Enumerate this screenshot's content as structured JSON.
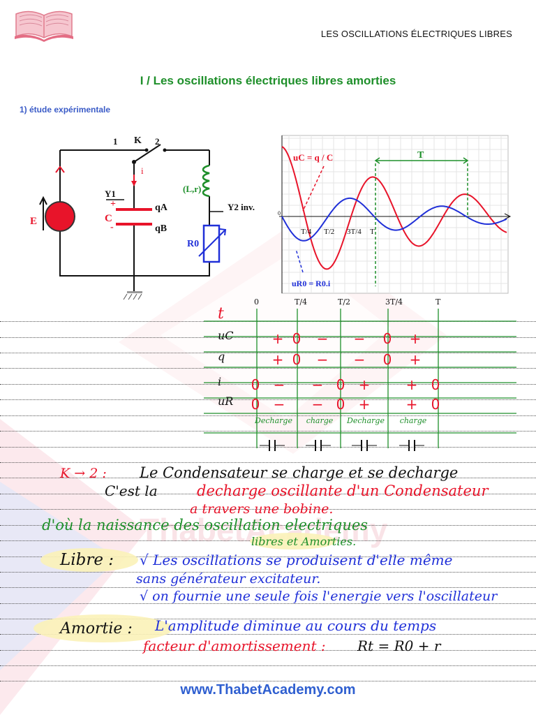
{
  "header": {
    "title": "LES OSCILLATIONS ÉLECTRIQUES LIBRES"
  },
  "section": {
    "title": "I / Les oscillations électriques libres amorties"
  },
  "subsection": {
    "title": "1)  étude expérimentale"
  },
  "circuit": {
    "switch_label": "K",
    "pos1": "1",
    "pos2": "2",
    "current": "i",
    "source": "E",
    "cap_label": "C",
    "plus": "+",
    "minus": "-",
    "charge_plus": "qA",
    "charge_minus": "qB",
    "y1": "Y1",
    "y2": "Y2 inv.",
    "coil": "(L,r)",
    "resistor": "R0"
  },
  "graph": {
    "uc_label": "uC = q / C",
    "ur_label": "uR0 = R0.i",
    "period_label": "T",
    "origin": "0",
    "tick_labels": [
      "T/4",
      "T/2",
      "3T/4",
      "T"
    ]
  },
  "table": {
    "col_labels": [
      "0",
      "T/4",
      "T/2",
      "3T/4",
      "T"
    ],
    "rows": [
      {
        "name": "t"
      },
      {
        "name": "uC",
        "cells": [
          "+",
          "0",
          "−",
          "−",
          "0",
          "+"
        ]
      },
      {
        "name": "q",
        "cells": [
          "+",
          "0",
          "−",
          "−",
          "0",
          "+"
        ]
      },
      {
        "name": "i",
        "cells": [
          "0",
          "−",
          "−",
          "0",
          "+",
          "+",
          "0"
        ]
      },
      {
        "name": "uR",
        "cells": [
          "0",
          "−",
          "−",
          "0",
          "+",
          "+",
          "0"
        ]
      }
    ],
    "phases": [
      "Decharge",
      "charge",
      "Decharge",
      "charge"
    ]
  },
  "notes": {
    "line1_prefix": "K → 2 :",
    "line1": "Le Condensateur se charge et se decharge",
    "line2_prefix": "C'est la",
    "line2": "decharge oscillante d'un Condensateur",
    "line3": "a travers une bobine.",
    "line4": "d'où la naissance des oscillation electriques",
    "line5": "libres et Amorties.",
    "libre_term": "Libre :",
    "libre_1": "√ Les oscillations se produisent d'elle même",
    "libre_2": "sans générateur excitateur.",
    "libre_3": "√ on fournie une seule fois l'energie vers l'oscillateur",
    "amortie_term": "Amortie :",
    "amortie_1": "L'amplitude diminue au cours du temps",
    "amortie_2_prefix": "facteur d'amortissement :",
    "amortie_2_formula": "Rt = R0 + r"
  },
  "watermark": "ThabetAcademy",
  "footer": {
    "url": "www.ThabetAcademy.com"
  },
  "colors": {
    "red": "#e8142a",
    "green": "#1e8f2a",
    "blue": "#2030d8",
    "title_green": "#1e8f2a",
    "link_blue": "#2f5fd0"
  }
}
